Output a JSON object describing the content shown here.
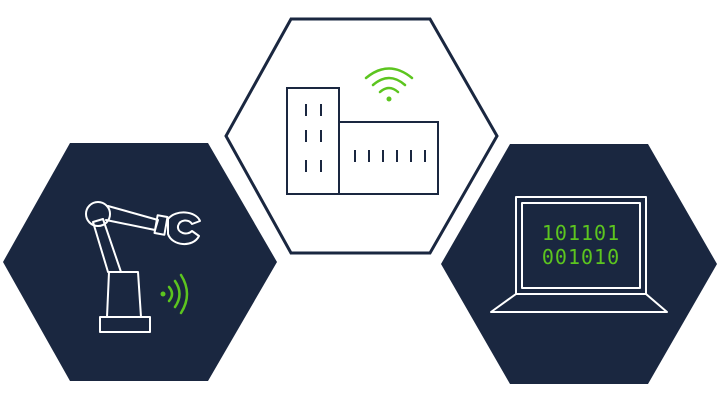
{
  "colors": {
    "navy": "#1a2740",
    "white": "#ffffff",
    "green": "#5cc51f",
    "outline": "#1a2740"
  },
  "tiles": [
    {
      "name": "robot-arm-tile",
      "icon": "robot-arm-icon",
      "signal": "wireless-signal-icon"
    },
    {
      "name": "factory-building-tile",
      "icon": "factory-building-icon",
      "signal": "wifi-icon"
    },
    {
      "name": "laptop-tile",
      "icon": "laptop-icon"
    }
  ],
  "laptop": {
    "screen_lines": [
      "101101",
      "001010"
    ]
  }
}
